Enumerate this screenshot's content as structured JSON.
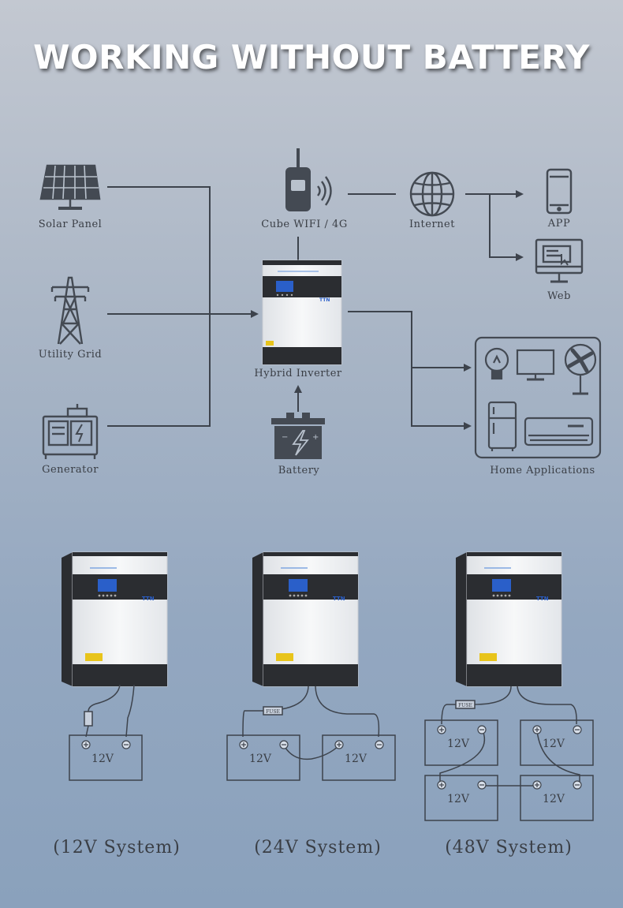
{
  "title": "WORKING WITHOUT BATTERY",
  "diagram": {
    "sources": [
      {
        "label": "Solar Panel",
        "icon": "solar-panel-icon"
      },
      {
        "label": "Utility Grid",
        "icon": "power-tower-icon"
      },
      {
        "label": "Generator",
        "icon": "generator-icon"
      }
    ],
    "comm": {
      "label": "Cube WIFI / 4G",
      "icon": "wifi-dongle-icon"
    },
    "internet": {
      "label": "Internet",
      "icon": "globe-icon"
    },
    "app": {
      "label": "APP",
      "icon": "smartphone-icon"
    },
    "web": {
      "label": "Web",
      "icon": "monitor-icon"
    },
    "inverter": {
      "label": "Hybrid Inverter",
      "brand": "TTN"
    },
    "battery": {
      "label": "Battery",
      "icon": "battery-icon"
    },
    "loads": {
      "label": "Home Applications",
      "icons": [
        "light-bulb-icon",
        "tv-icon",
        "fan-icon",
        "fridge-icon",
        "air-conditioner-icon"
      ]
    }
  },
  "systems": [
    {
      "label": "(12V System)",
      "batteries": [
        "12V"
      ],
      "fuse": ""
    },
    {
      "label": "(24V System)",
      "batteries": [
        "12V",
        "12V"
      ],
      "fuse": "FUSE"
    },
    {
      "label": "(48V System)",
      "batteries": [
        "12V",
        "12V",
        "12V",
        "12V"
      ],
      "fuse": "FUSE"
    }
  ],
  "colors": {
    "line": "#3d434c",
    "icon": "#444a53",
    "inverter_white": "#eef0f2",
    "inverter_dark": "#2b2d31",
    "screen": "#2a5fc9"
  }
}
